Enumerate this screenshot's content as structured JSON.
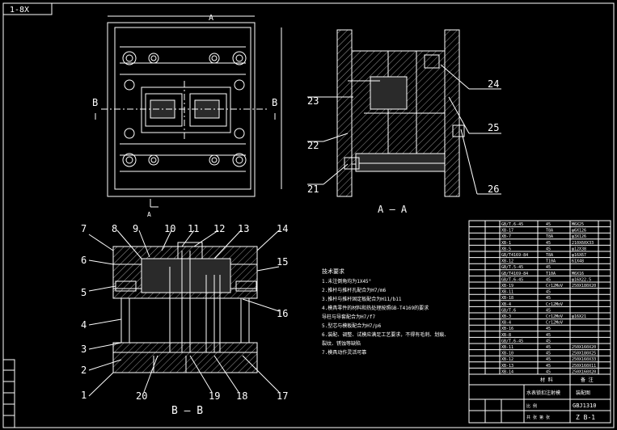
{
  "corner_tag": "1-8X",
  "views": {
    "plan": {
      "section_b": "B",
      "section_b2": "B",
      "section_a": "A",
      "section_a_top": "A"
    },
    "section_aa": {
      "title": "A — A",
      "callouts": [
        "21",
        "22",
        "23",
        "24",
        "25",
        "26"
      ]
    },
    "section_bb": {
      "title": "B — B",
      "callouts": [
        "1",
        "2",
        "3",
        "4",
        "5",
        "6",
        "7",
        "8",
        "9",
        "10",
        "11",
        "12",
        "13",
        "14",
        "15",
        "16",
        "17",
        "18",
        "19",
        "20"
      ]
    }
  },
  "notes": {
    "title": "技术要求",
    "lines": [
      "1.未注倒角均为1X45°",
      "2.推杆与推杆孔配合为H7/m6",
      "3.推杆与推杆固定板配合为H11/b11",
      "4.模具零件的材料和热处理按照GB-T4169的要求",
      "  导柱与导套配合为H7/f7",
      "5.型芯与模板配合为H7/p6",
      "6.装配、调整、试模应满足工艺要求，不得有毛刺、划痕、",
      "  裂纹、锈蚀等缺陷",
      "7.模具动作灵活可靠"
    ]
  },
  "title_block": {
    "drawing_name": "水表锁扣注射模",
    "sheet": "共 张 第 张",
    "code": "GBJ1310",
    "scale_label": "比 例",
    "sheet_no": "Z B-1",
    "material_label": "材 料",
    "remark_label": "备 注",
    "drawing_title": "装配图"
  },
  "bom": {
    "col_b": [
      "GB/T.6-45",
      "XB-17",
      "XB-7",
      "XB-1",
      "XB-5",
      "GB/T4169-84",
      "XB-12",
      "GB/T.5-45",
      "GB/T4169-84",
      "GB/T.6-45",
      "XB-19",
      "XB-11",
      "XB-18",
      "XB-4",
      "GB/T.6",
      "XB-3",
      "XB-4",
      "XB-16",
      "XB-8",
      "GB/T.6-45",
      "XB-11",
      "XB-10",
      "XB-12",
      "XB-13",
      "XB-14"
    ],
    "col_c": [
      "45",
      "T8A",
      "T8A",
      "45",
      "45",
      "T8A",
      "T10A",
      "45",
      "T10A",
      "45",
      "Cr12MoV",
      "45",
      "45",
      "Cr12MoV",
      "45",
      "Cr12MoV",
      "Cr12MoV",
      "45",
      "45",
      "45",
      "45",
      "45",
      "45",
      "45",
      "45"
    ],
    "col_d": [
      "M6X25",
      "φ6X126",
      "φ3X126",
      "210X60X33",
      "φ12X38",
      "φ16X67",
      "61X48",
      "",
      "M6X16",
      "φ16X22.5",
      "250X180X20",
      "",
      "",
      "",
      "",
      "φ16X21",
      "",
      "",
      "",
      "",
      "250X160X20",
      "250X180X25",
      "250X160X33",
      "250X160X11",
      "250X160X20"
    ]
  }
}
